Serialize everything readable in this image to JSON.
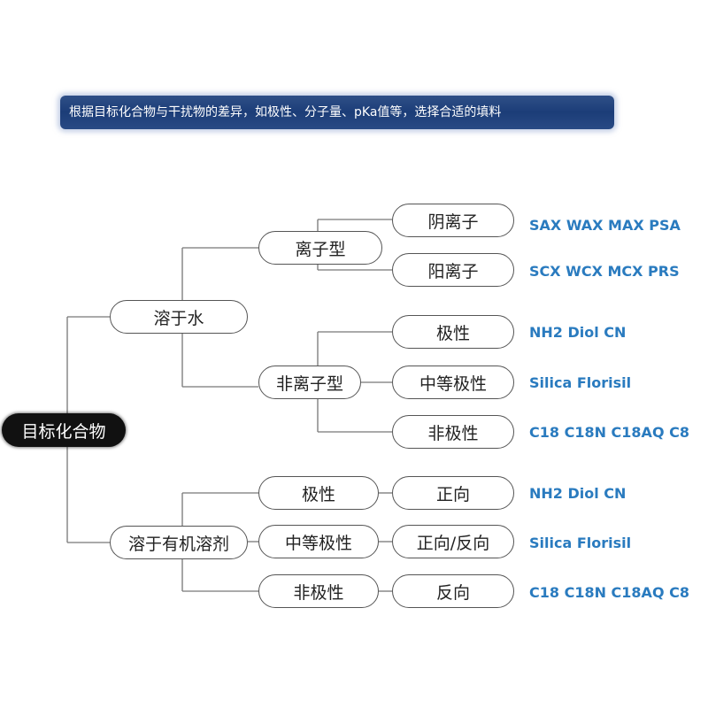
{
  "banner": "根据目标化合物与干扰物的差异，如极性、分子量、pKa值等，选择合适的填料",
  "root": "目标化合物",
  "level1": {
    "water": "溶于水",
    "organic": "溶于有机溶剂"
  },
  "level2": {
    "ionic": "离子型",
    "nonionic": "非离子型",
    "org_polar": "极性",
    "org_mid": "中等极性",
    "org_nonpolar": "非极性"
  },
  "level3": {
    "anion": "阴离子",
    "cation": "阳离子",
    "polar": "极性",
    "mid": "中等极性",
    "nonpolar": "非极性",
    "normal": "正向",
    "normal_reverse": "正向/反向",
    "reverse": "反向"
  },
  "fillers": {
    "anion": "SAX WAX MAX PSA",
    "cation": "SCX WCX MCX PRS",
    "polar": "NH2 Diol CN",
    "mid": "Silica Florisil",
    "nonpolar": "C18 C18N C18AQ C8",
    "org_polar": "NH2 Diol CN",
    "org_mid": "Silica Florisil",
    "org_nonpolar": "C18 C18N C18AQ C8"
  },
  "colors": {
    "banner": "#1c3d78",
    "filler_text": "#2a7bbf",
    "line": "#777777"
  }
}
